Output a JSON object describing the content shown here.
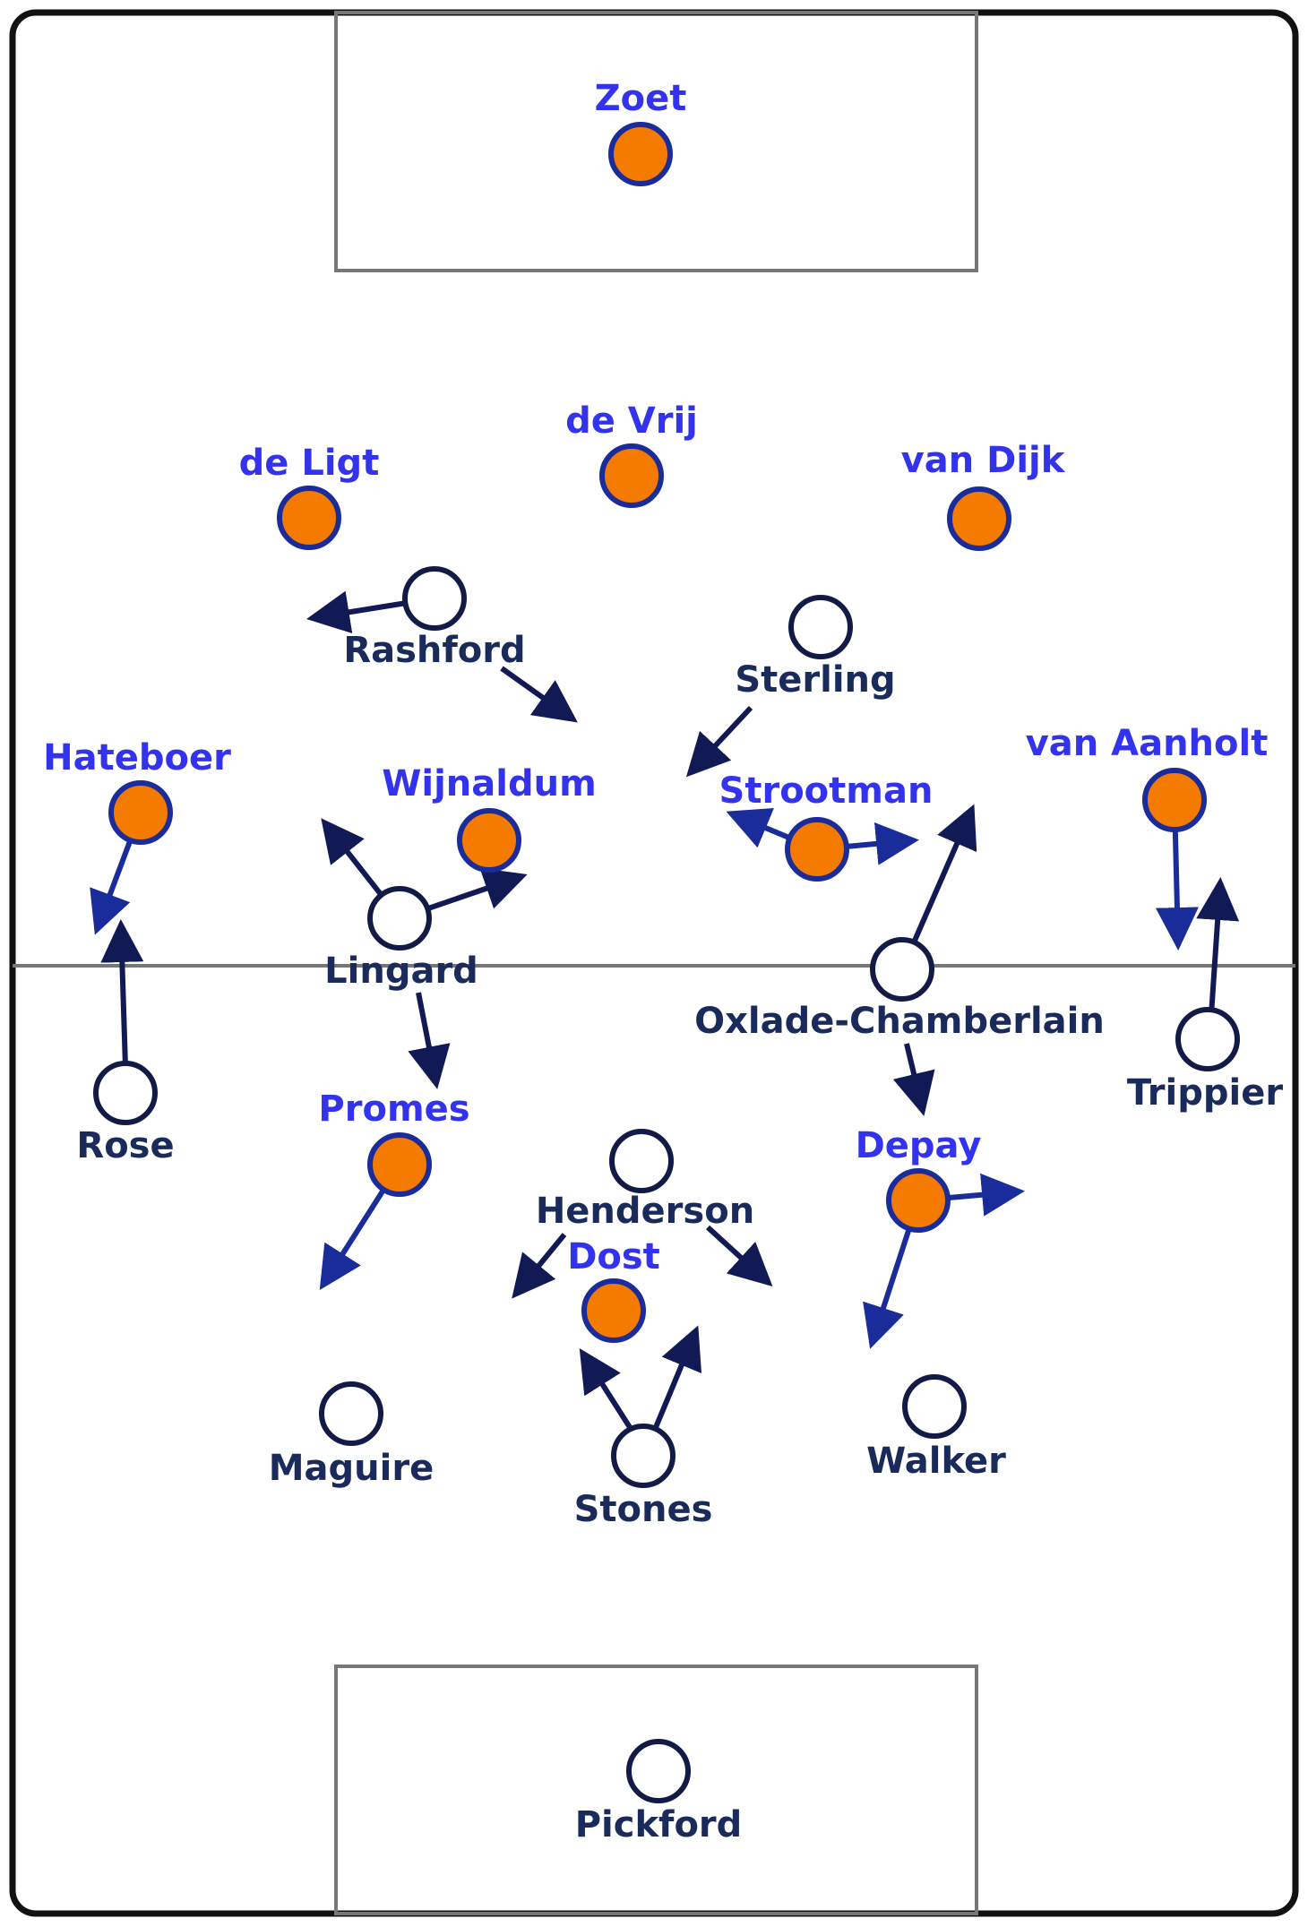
{
  "colors": {
    "netherlands_fill": "#f47a00",
    "netherlands_stroke": "#1a2b9a",
    "netherlands_label": "#3333ee",
    "england_fill": "#ffffff",
    "england_stroke": "#121a45",
    "england_label": "#1a2a5a",
    "pitch_line": "#777777",
    "pitch_border": "#111111"
  },
  "teams": {
    "netherlands": {
      "players": [
        {
          "name": "Zoet"
        },
        {
          "name": "de Ligt"
        },
        {
          "name": "de Vrij"
        },
        {
          "name": "van Dijk"
        },
        {
          "name": "Hateboer"
        },
        {
          "name": "Wijnaldum"
        },
        {
          "name": "Strootman"
        },
        {
          "name": "van Aanholt"
        },
        {
          "name": "Promes"
        },
        {
          "name": "Depay"
        },
        {
          "name": "Dost"
        }
      ]
    },
    "england": {
      "players": [
        {
          "name": "Rashford"
        },
        {
          "name": "Sterling"
        },
        {
          "name": "Lingard"
        },
        {
          "name": "Oxlade-Chamberlain"
        },
        {
          "name": "Rose"
        },
        {
          "name": "Trippier"
        },
        {
          "name": "Henderson"
        },
        {
          "name": "Maguire"
        },
        {
          "name": "Stones"
        },
        {
          "name": "Walker"
        },
        {
          "name": "Pickford"
        }
      ]
    }
  }
}
